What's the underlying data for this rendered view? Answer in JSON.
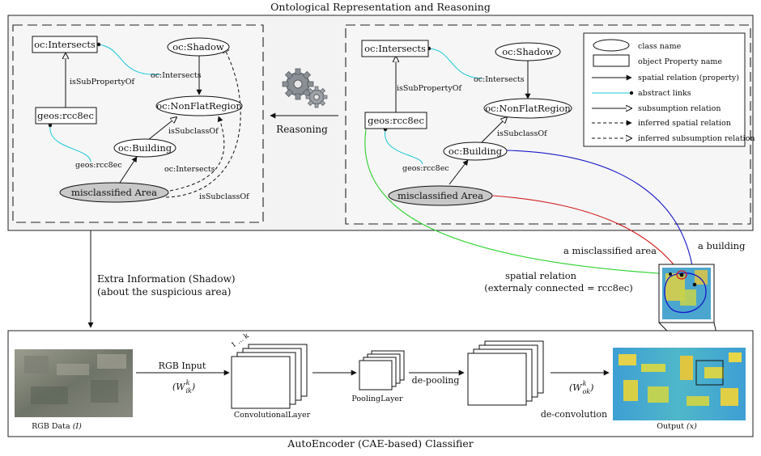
{
  "titles": {
    "top": "Ontological Representation and Reasoning",
    "bottom": "AutoEncoder (CAE-based) Classifier"
  },
  "left_graph": {
    "intersects": "oc:Intersects",
    "shadow": "oc:Shadow",
    "nonflat": "oc:NonFlatRegion",
    "rcc8ec": "geos:rcc8ec",
    "building": "oc:Building",
    "misclassified": "misclassified Area",
    "lbl_subproperty": "isSubPropertyOf",
    "lbl_intersects_link": "oc:Intersects",
    "lbl_subclass": "isSubclassOf",
    "lbl_rcc8ec_link": "geos:rcc8ec",
    "lbl_inferred_intersects": "oc:Intersects",
    "lbl_inferred_subclass": "isSubclassOf"
  },
  "reasoning": {
    "label": "Reasoning",
    "icon": "gears-icon"
  },
  "right_graph": {
    "intersects": "oc:Intersects",
    "shadow": "oc:Shadow",
    "nonflat": "oc:NonFlatRegion",
    "rcc8ec": "geos:rcc8ec",
    "building": "oc:Building",
    "misclassified": "misclassified Area",
    "lbl_subproperty": "isSubPropertyOf",
    "lbl_intersects_link": "oc:Intersects",
    "lbl_subclass": "isSubclassOf",
    "lbl_rcc8ec_link": "geos:rcc8ec"
  },
  "legend": [
    "class name",
    "object Property name",
    "spatial relation (property)",
    "abstract links",
    "subsumption relation",
    "inferred spatial relation",
    "inferred subsumption relation"
  ],
  "annotations": {
    "extra_info_1": "Extra Information (Shadow)",
    "extra_info_2": "(about the suspicious area)",
    "misclassified_area": "a misclassified area",
    "a_building": "a building",
    "spatial_relation_1": "spatial relation",
    "spatial_relation_2": "(externaly connected = rcc8ec)"
  },
  "cae": {
    "rgb_data_label": "RGB Data",
    "rgb_data_symbol": "(I)",
    "rgb_input_label": "RGB Input",
    "w_ik": "(W",
    "w_ik_sup": "k",
    "w_ik_sub": "ik",
    "w_ik_close": ")",
    "stack_label": "1 ... k",
    "conv_layer": "ConvolutionalLayer",
    "pooling_layer": "PoolingLayer",
    "de_pooling": "de-pooling",
    "w_ok": "(W",
    "w_ok_sup": "k",
    "w_ok_sub": "ok",
    "w_ok_close": ")",
    "de_convolution": "de-convolution",
    "output_label": "Output",
    "output_symbol": "(x)"
  },
  "colors": {
    "cyan_link": "#19c8d8",
    "green": "#2bd12b",
    "red": "#d22020",
    "blue": "#1818c8",
    "grey_node": "#c8c8c8",
    "panel_bg": "#f6f6f6"
  }
}
